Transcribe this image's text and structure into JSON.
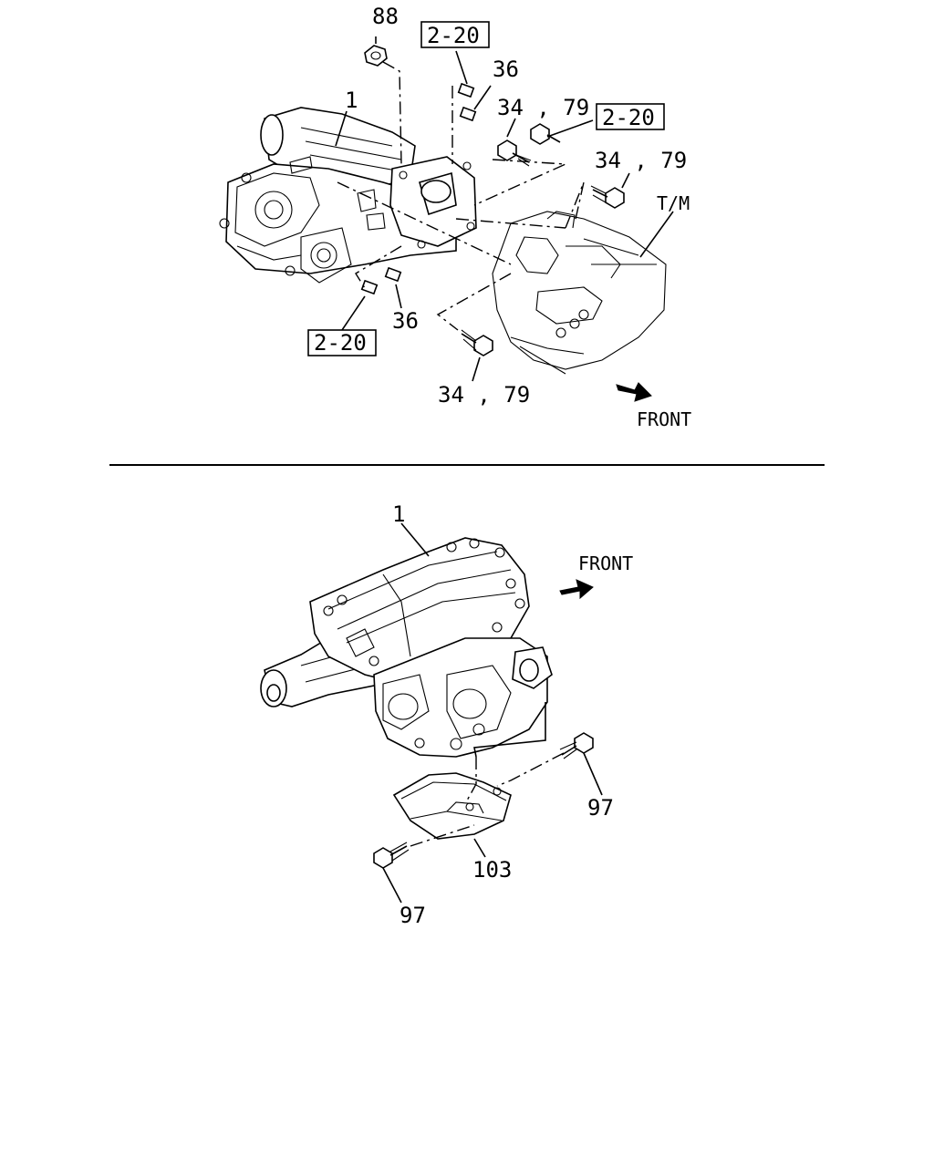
{
  "top_section": {
    "callouts": {
      "nut": "88",
      "transfer_assy": "1",
      "ref_top": "2-20",
      "pin_top": "36",
      "bolt_a": "34 , 79",
      "ref_right": "2-20",
      "bolt_b": "34 , 79",
      "transmission": "T/M",
      "pin_bottom": "36",
      "ref_bottom": "2-20",
      "bolt_c": "34 , 79"
    },
    "front_label": "FRONT"
  },
  "bottom_section": {
    "callouts": {
      "transfer_assy": "1",
      "bolt_right": "97",
      "bracket": "103",
      "bolt_left": "97"
    },
    "front_label": "FRONT"
  }
}
